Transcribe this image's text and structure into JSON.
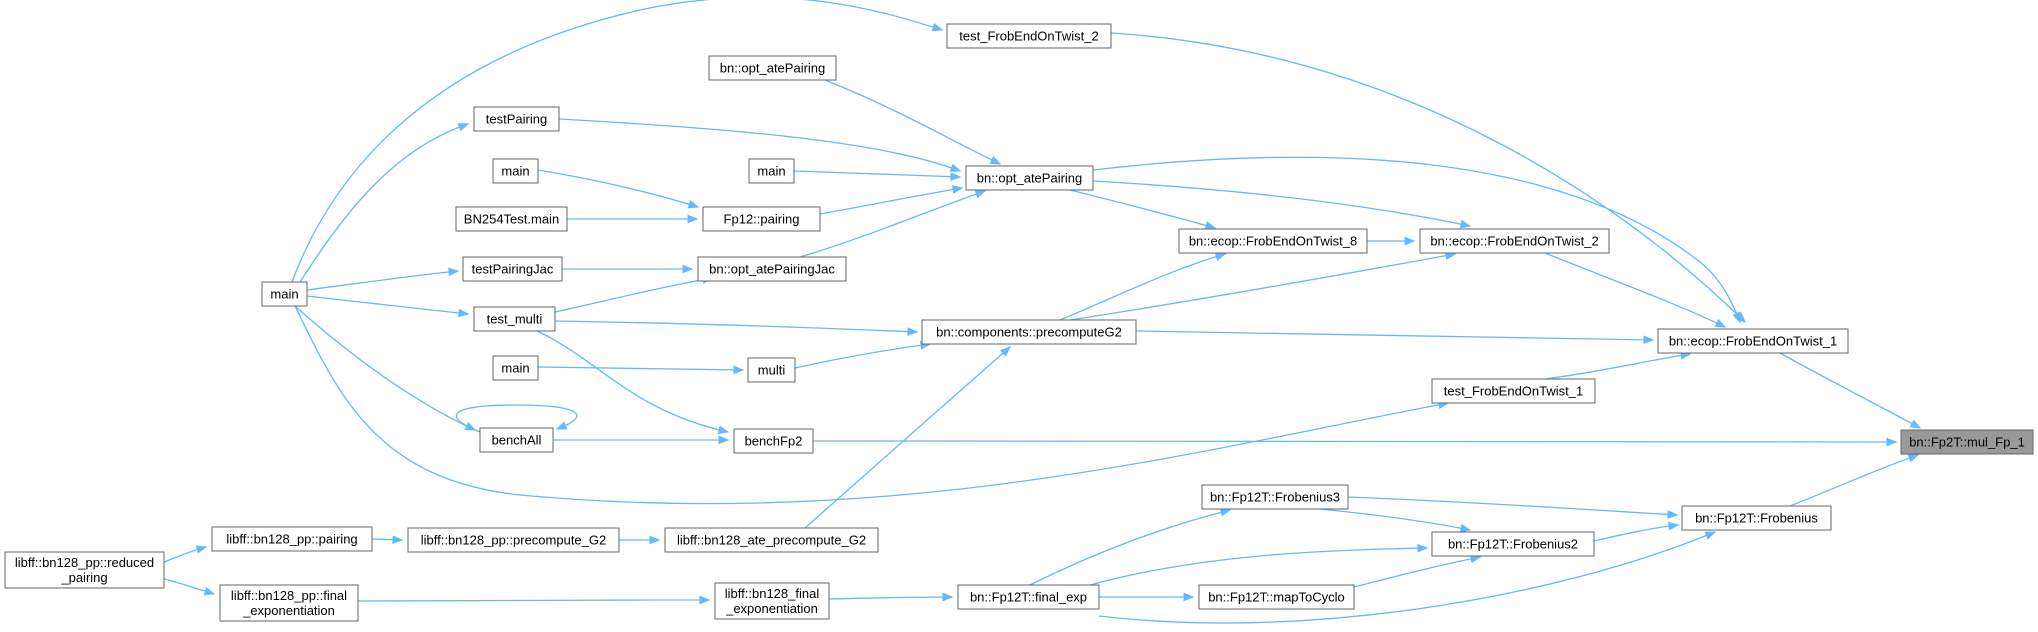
{
  "root_node": "bn::Fp2T::mul_Fp_1",
  "nodes": [
    {
      "id": "n_root",
      "lines": [
        "bn::Fp2T::mul_Fp_1"
      ],
      "name": "node-mul-fp-1",
      "root": true
    },
    {
      "id": "n_frob1",
      "lines": [
        "bn::ecop::FrobEndOnTwist_1"
      ],
      "name": "node-frobendontwist-1"
    },
    {
      "id": "n_fp12frob",
      "lines": [
        "bn::Fp12T::Frobenius"
      ],
      "name": "node-fp12t-frobenius"
    },
    {
      "id": "n_testfrob1",
      "lines": [
        "test_FrobEndOnTwist_1"
      ],
      "name": "node-test-frobendontwist-1"
    },
    {
      "id": "n_benchfp2",
      "lines": [
        "benchFp2"
      ],
      "name": "node-benchfp2"
    },
    {
      "id": "n_frob2",
      "lines": [
        "bn::ecop::FrobEndOnTwist_2"
      ],
      "name": "node-frobendontwist-2"
    },
    {
      "id": "n_frob8",
      "lines": [
        "bn::ecop::FrobEndOnTwist_8"
      ],
      "name": "node-frobendontwist-8"
    },
    {
      "id": "n_optate",
      "lines": [
        "bn::opt_atePairing"
      ],
      "name": "node-opt-atepairing"
    },
    {
      "id": "n_testfrob2",
      "lines": [
        "test_FrobEndOnTwist_2"
      ],
      "name": "node-test-frobendontwist-2"
    },
    {
      "id": "n_precompG2",
      "lines": [
        "bn::components::precomputeG2"
      ],
      "name": "node-precomputeg2"
    },
    {
      "id": "n_frobenius3",
      "lines": [
        "bn::Fp12T::Frobenius3"
      ],
      "name": "node-fp12t-frobenius3"
    },
    {
      "id": "n_frobenius2",
      "lines": [
        "bn::Fp12T::Frobenius2"
      ],
      "name": "node-fp12t-frobenius2"
    },
    {
      "id": "n_mapcyclo",
      "lines": [
        "bn::Fp12T::mapToCyclo"
      ],
      "name": "node-fp12t-maptocyclo"
    },
    {
      "id": "n_finalexp",
      "lines": [
        "bn::Fp12T::final_exp"
      ],
      "name": "node-fp12t-final-exp"
    },
    {
      "id": "n_optate_top",
      "lines": [
        "bn::opt_atePairing"
      ],
      "name": "node-opt-atepairing-caller"
    },
    {
      "id": "n_main_a",
      "lines": [
        "main"
      ],
      "name": "node-main"
    },
    {
      "id": "n_fp12pairing",
      "lines": [
        "Fp12::pairing"
      ],
      "name": "node-fp12-pairing"
    },
    {
      "id": "n_optatejac",
      "lines": [
        "bn::opt_atePairingJac"
      ],
      "name": "node-opt-atepairingjac"
    },
    {
      "id": "n_multi",
      "lines": [
        "multi"
      ],
      "name": "node-multi"
    },
    {
      "id": "n_libff_atepre",
      "lines": [
        "libff::bn128_ate_precompute_G2"
      ],
      "name": "node-libff-bn128-ate-precompute-g2"
    },
    {
      "id": "n_libff_finalexp",
      "lines": [
        "libff::bn128_final",
        "_exponentiation"
      ],
      "name": "node-libff-bn128-final-exponentiation"
    },
    {
      "id": "n_testpairing",
      "lines": [
        "testPairing"
      ],
      "name": "node-testpairing"
    },
    {
      "id": "n_main_b",
      "lines": [
        "main"
      ],
      "name": "node-main"
    },
    {
      "id": "n_bn254main",
      "lines": [
        "BN254Test.main"
      ],
      "name": "node-bn254test-main"
    },
    {
      "id": "n_testpairingjac",
      "lines": [
        "testPairingJac"
      ],
      "name": "node-testpairingjac"
    },
    {
      "id": "n_testmulti",
      "lines": [
        "test_multi"
      ],
      "name": "node-test-multi"
    },
    {
      "id": "n_main_c",
      "lines": [
        "main"
      ],
      "name": "node-main"
    },
    {
      "id": "n_benchall",
      "lines": [
        "benchAll"
      ],
      "name": "node-benchall"
    },
    {
      "id": "n_libff_pre",
      "lines": [
        "libff::bn128_pp::precompute_G2"
      ],
      "name": "node-libff-bn128-pp-precompute-g2"
    },
    {
      "id": "n_libff_pairing",
      "lines": [
        "libff::bn128_pp::pairing"
      ],
      "name": "node-libff-bn128-pp-pairing"
    },
    {
      "id": "n_libff_ppfinal",
      "lines": [
        "libff::bn128_pp::final",
        "_exponentiation"
      ],
      "name": "node-libff-bn128-pp-final-exponentiation"
    },
    {
      "id": "n_main_left",
      "lines": [
        "main"
      ],
      "name": "node-main"
    },
    {
      "id": "n_libff_reduced",
      "lines": [
        "libff::bn128_pp::reduced",
        "_pairing"
      ],
      "name": "node-libff-bn128-pp-reduced-pairing"
    }
  ],
  "edges": [
    {
      "from": "n_frob1",
      "to": "n_root"
    },
    {
      "from": "n_fp12frob",
      "to": "n_root"
    },
    {
      "from": "n_benchfp2",
      "to": "n_root"
    },
    {
      "from": "n_frob2",
      "to": "n_frob1"
    },
    {
      "from": "n_optate",
      "to": "n_frob1"
    },
    {
      "from": "n_testfrob2",
      "to": "n_frob1"
    },
    {
      "from": "n_precompG2",
      "to": "n_frob1"
    },
    {
      "from": "n_testfrob1",
      "to": "n_frob1"
    },
    {
      "from": "n_main_left",
      "to": "n_testfrob1"
    },
    {
      "from": "n_frob8",
      "to": "n_frob2"
    },
    {
      "from": "n_optate",
      "to": "n_frob2"
    },
    {
      "from": "n_precompG2",
      "to": "n_frob2"
    },
    {
      "from": "n_optate",
      "to": "n_frob8"
    },
    {
      "from": "n_precompG2",
      "to": "n_frob8"
    },
    {
      "from": "n_optate_top",
      "to": "n_optate"
    },
    {
      "from": "n_testpairing",
      "to": "n_optate"
    },
    {
      "from": "n_main_a",
      "to": "n_optate"
    },
    {
      "from": "n_fp12pairing",
      "to": "n_optate"
    },
    {
      "from": "n_optatejac",
      "to": "n_optate"
    },
    {
      "from": "n_main_b",
      "to": "n_fp12pairing"
    },
    {
      "from": "n_bn254main",
      "to": "n_fp12pairing"
    },
    {
      "from": "n_testpairingjac",
      "to": "n_optatejac"
    },
    {
      "from": "n_testmulti",
      "to": "n_optatejac"
    },
    {
      "from": "n_testmulti",
      "to": "n_precompG2"
    },
    {
      "from": "n_multi",
      "to": "n_precompG2"
    },
    {
      "from": "n_libff_atepre",
      "to": "n_precompG2"
    },
    {
      "from": "n_main_c",
      "to": "n_multi"
    },
    {
      "from": "n_testmulti",
      "to": "n_benchfp2"
    },
    {
      "from": "n_benchall",
      "to": "n_benchfp2"
    },
    {
      "from": "n_benchall",
      "to": "n_benchall"
    },
    {
      "from": "n_main_left",
      "to": "n_testpairing"
    },
    {
      "from": "n_main_left",
      "to": "n_testpairingjac"
    },
    {
      "from": "n_main_left",
      "to": "n_testmulti"
    },
    {
      "from": "n_main_left",
      "to": "n_benchall"
    },
    {
      "from": "n_main_left",
      "to": "n_testfrob2"
    },
    {
      "from": "n_frobenius3",
      "to": "n_fp12frob"
    },
    {
      "from": "n_frobenius2",
      "to": "n_fp12frob"
    },
    {
      "from": "n_finalexp",
      "to": "n_fp12frob"
    },
    {
      "from": "n_frobenius3",
      "to": "n_frobenius2"
    },
    {
      "from": "n_finalexp",
      "to": "n_frobenius2"
    },
    {
      "from": "n_mapcyclo",
      "to": "n_frobenius2"
    },
    {
      "from": "n_finalexp",
      "to": "n_frobenius3"
    },
    {
      "from": "n_finalexp",
      "to": "n_mapcyclo"
    },
    {
      "from": "n_libff_finalexp",
      "to": "n_finalexp"
    },
    {
      "from": "n_libff_pre",
      "to": "n_libff_atepre"
    },
    {
      "from": "n_libff_pairing",
      "to": "n_libff_pre"
    },
    {
      "from": "n_libff_reduced",
      "to": "n_libff_pairing"
    },
    {
      "from": "n_libff_reduced",
      "to": "n_libff_ppfinal"
    },
    {
      "from": "n_libff_ppfinal",
      "to": "n_libff_finalexp"
    }
  ],
  "colors": {
    "edge": "#63b8ff",
    "node_border": "#666666",
    "root_fill": "#999999"
  }
}
